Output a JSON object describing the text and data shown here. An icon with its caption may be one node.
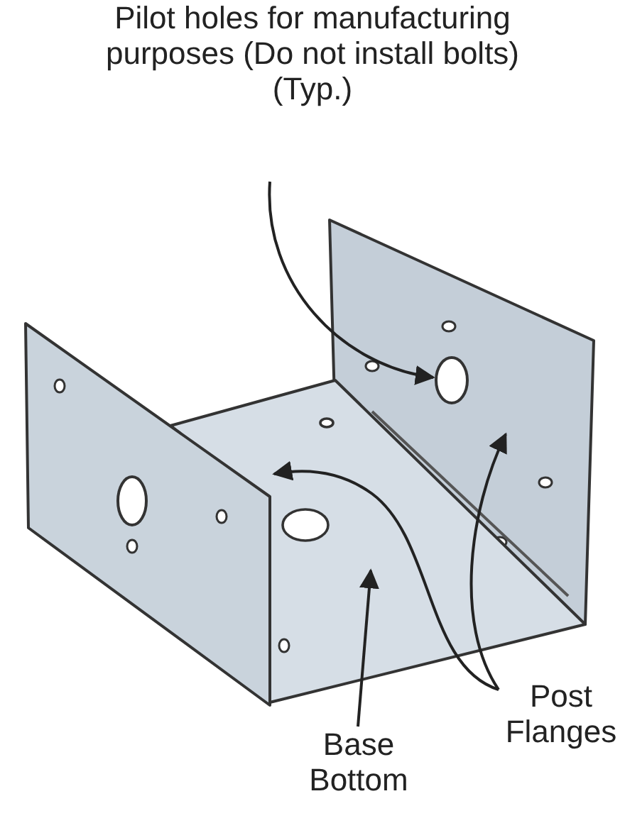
{
  "diagram": {
    "nodes": [
      {
        "text": [
          "Pilot holes for manufacturing purposes (Do not install bolts) (Typ.)"
        ]
      },
      {
        "text": [],
        "shape": "circle",
        "in": 4
      },
      {
        "text": [
          "Post Flanges"
        ]
      },
      {
        "text": [],
        "shape": "box"
      },
      {
        "text": [],
        "shape": "box"
      },
      {
        "text": [
          "Base Bottom"
        ]
      },
      {
        "text": [],
        "shape": "box"
      }
    ],
    "edges": [
      {
        "from": 0,
        "to": 1,
        "arrow": "to"
      },
      {
        "from": 2,
        "to": 3,
        "arrow": "to"
      },
      {
        "from": 2,
        "to": 4,
        "arrow": "to"
      },
      {
        "from": 5,
        "to": 6,
        "arrow": "to"
      }
    ]
  }
}
